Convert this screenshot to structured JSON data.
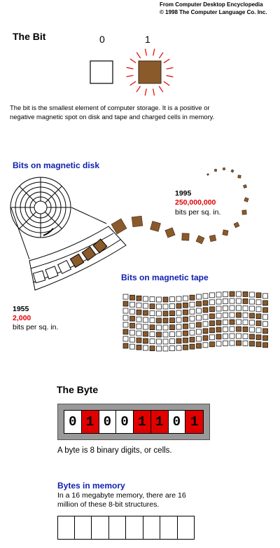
{
  "credit": {
    "line1": "From Computer Desktop Encyclopedia",
    "line2": "© 1998 The Computer Language Co. Inc."
  },
  "bit_section": {
    "title": "The Bit",
    "zero_label": "0",
    "one_label": "1",
    "description_line1": "The bit is the smallest element of computer storage.  It is a positive or",
    "description_line2": "negative magnetic spot on disk and tape and charged cells in memory."
  },
  "disk_section": {
    "title": "Bits on magnetic disk",
    "year_1995": "1995",
    "density_1995": "250,000,000",
    "unit_1995": "bits per sq. in.",
    "year_1955": "1955",
    "density_1955": "2,000",
    "unit_1955": "bits per sq. in."
  },
  "tape_section": {
    "title": "Bits on magnetic tape"
  },
  "byte_section": {
    "title": "The Byte",
    "bits": [
      "0",
      "1",
      "0",
      "0",
      "1",
      "1",
      "0",
      "1"
    ],
    "caption": "A byte is 8 binary digits, or cells."
  },
  "memory_section": {
    "title": "Bytes in memory",
    "description_line1": "In a 16 megabyte memory, there are 16",
    "description_line2": "million of these 8-bit structures.",
    "cell_count": 8
  },
  "colors": {
    "magnetic_brown": "#8b5a2b",
    "highlight_red": "#e00000",
    "heading_blue": "#1020b0",
    "byte_frame_gray": "#999999"
  }
}
